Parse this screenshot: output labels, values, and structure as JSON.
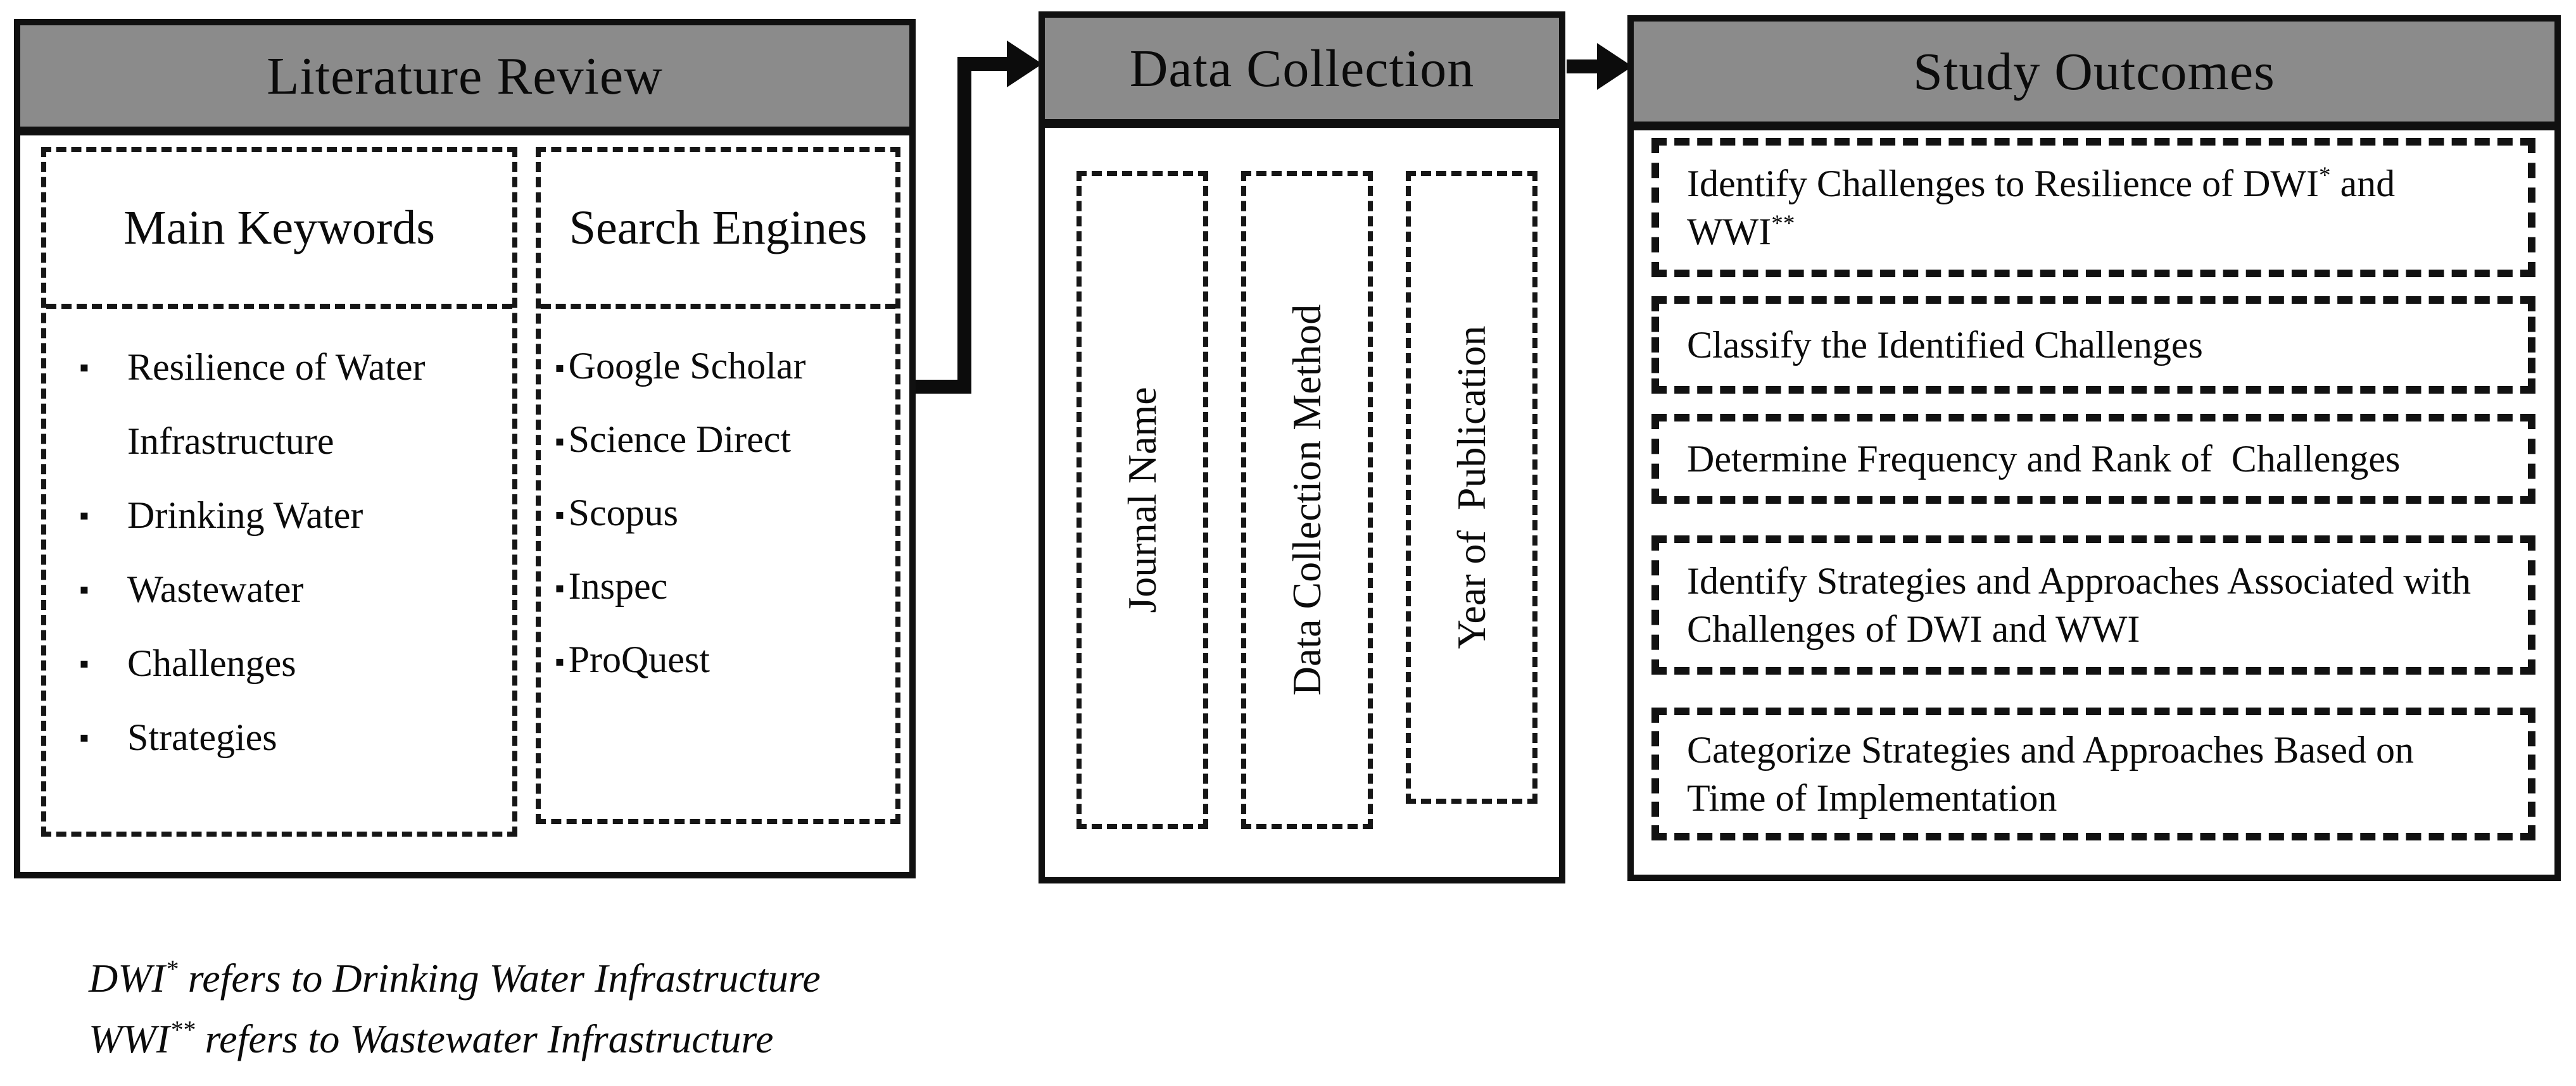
{
  "colors": {
    "header_bg": "#8b8b8b",
    "line_black": "#101010",
    "background": "#ffffff"
  },
  "glyphs": {
    "bullet": "▪"
  },
  "literature_review": {
    "title": "Literature Review",
    "keywords": {
      "title": "Main Keywords",
      "items": [
        "Resilience of Water Infrastructure",
        "Drinking Water",
        "Wastewater",
        "Challenges",
        "Strategies"
      ]
    },
    "search_engines": {
      "title": "Search Engines",
      "items": [
        "Google Scholar",
        "Science Direct",
        "Scopus",
        "Inspec",
        "ProQuest"
      ]
    }
  },
  "data_collection": {
    "title": "Data Collection",
    "columns": [
      "Journal Name",
      "Data Collection Method",
      "Year of  Publication"
    ]
  },
  "study_outcomes": {
    "title": "Study Outcomes",
    "items": [
      {
        "pre": "Identify Challenges to Resilience of DWI",
        "sup1": "*",
        "mid": " and WWI",
        "sup2": "**"
      },
      {
        "text": "Classify the Identified Challenges"
      },
      {
        "text": "Determine Frequency and Rank of  Challenges"
      },
      {
        "text": "Identify Strategies and Approaches Associated with Challenges of DWI and WWI"
      },
      {
        "text": "Categorize Strategies and Approaches Based on Time of Implementation"
      }
    ]
  },
  "footnotes": [
    {
      "term": "DWI",
      "sup": "*",
      "rest": " refers to Drinking Water Infrastructure"
    },
    {
      "term": "WWI",
      "sup": "**",
      "rest": " refers to Wastewater Infrastructure"
    }
  ]
}
